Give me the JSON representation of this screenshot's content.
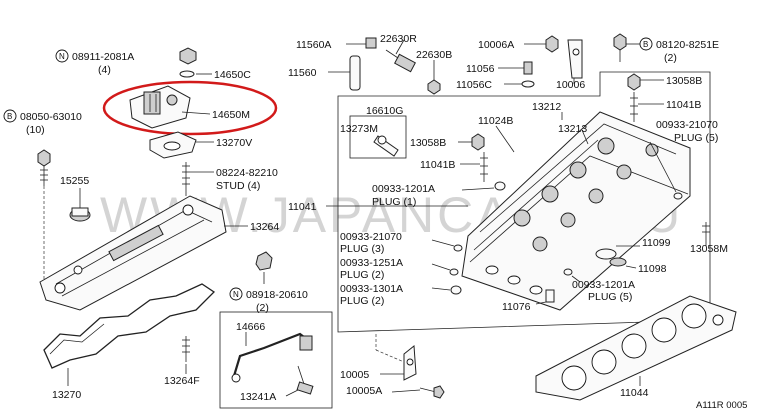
{
  "watermark": "WWW.JAPANCARS.RU",
  "figure_code": "A111R 0005",
  "prefix_n": "N",
  "prefix_b": "B",
  "labels": {
    "l08911": "08911-2081A",
    "l08911q": "(4)",
    "l14650c": "14650C",
    "l14650m": "14650M",
    "l08050": "08050-63010",
    "l08050q": "(10)",
    "l13270v": "13270V",
    "l08224": "08224-82210",
    "l08224s": "STUD (4)",
    "l15255": "15255",
    "l13264": "13264",
    "l08918": "08918-20610",
    "l08918q": "(2)",
    "l13270": "13270",
    "l13264f": "13264F",
    "l14666": "14666",
    "l13241a": "13241A",
    "l11560a": "11560A",
    "l22630r": "22630R",
    "l22630b": "22630B",
    "l11560": "11560",
    "l10006a": "10006A",
    "l11056": "11056",
    "l11056c": "11056C",
    "l10006": "10006",
    "l08120": "08120-8251E",
    "l08120q": "(2)",
    "l13058b_r": "13058B",
    "l11041b_r": "11041B",
    "l16610g": "16610G",
    "l13273m": "13273M",
    "l13058b_m": "13058B",
    "l11024b": "11024B",
    "l13212": "13212",
    "l13213": "13213",
    "l11041b_m": "11041B",
    "l00933_21070r": "00933-21070",
    "l00933_21070r_p": "PLUG (5)",
    "l00933_1201a_m": "00933-1201A",
    "l00933_1201a_m_p": "PLUG (1)",
    "l11041": "11041",
    "l00933_21070m": "00933-21070",
    "l00933_21070m_p": "PLUG (3)",
    "l00933_1251a": "00933-1251A",
    "l00933_1251a_p": "PLUG (2)",
    "l00933_1301a": "00933-1301A",
    "l00933_1301a_p": "PLUG (2)",
    "l11099": "11099",
    "l11098": "11098",
    "l13058m": "13058M",
    "l00933_1201a_b": "00933-1201A",
    "l00933_1201a_b_p": "PLUG (5)",
    "l11076": "11076",
    "l10005": "10005",
    "l10005a": "10005A",
    "l11044": "11044"
  }
}
